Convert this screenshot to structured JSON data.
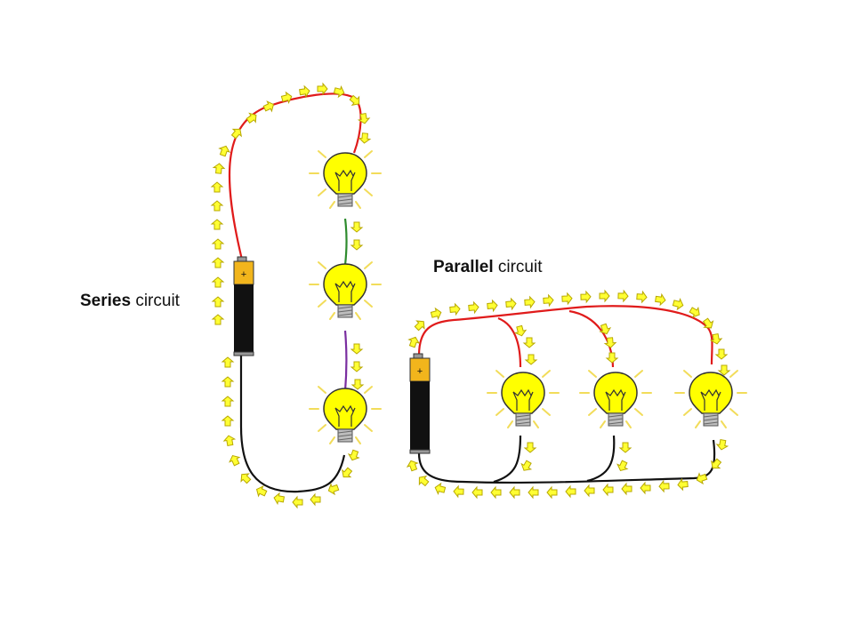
{
  "series": {
    "label_bold": "Series",
    "label_rest": " circuit",
    "battery_sign": "+",
    "bulb_count": 3
  },
  "parallel": {
    "label_bold": "Parallel",
    "label_rest": " circuit",
    "battery_sign": "+",
    "bulb_count": 3
  },
  "colors": {
    "wire_positive": "#e01b1b",
    "wire_negative": "#111111",
    "wire_series_1": "#2e8b2e",
    "wire_series_2": "#7a2ea0",
    "bulb_glass": "#ffff00",
    "bulb_outline": "#333333",
    "battery_top": "#f2b51c",
    "battery_body": "#111111",
    "arrow_fill": "#ffff33",
    "arrow_stroke": "#b8a800",
    "glow_ray": "#f2dc5a"
  },
  "icons": {
    "current_flow": "arrow-icon",
    "bulb": "light-bulb-icon",
    "battery": "battery-icon"
  }
}
